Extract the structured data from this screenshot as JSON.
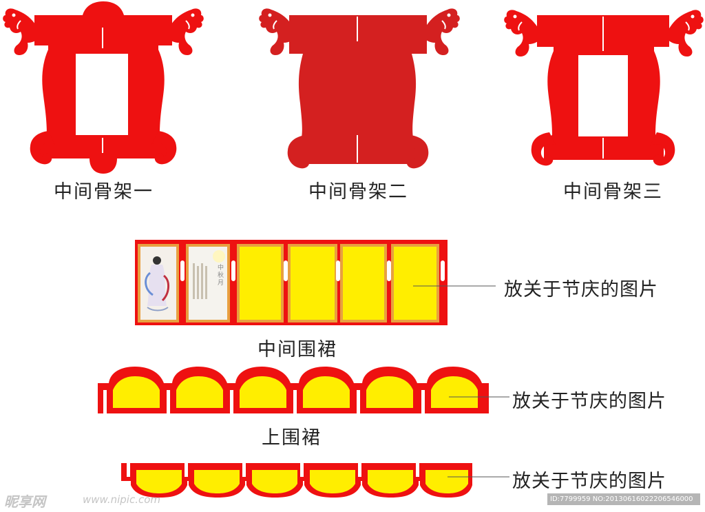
{
  "frames": {
    "one": "中间骨架一",
    "two": "中间骨架二",
    "three": "中间骨架三"
  },
  "middle_apron": {
    "label": "中间围裙",
    "callout": "放关于节庆的图片",
    "panel_text": "中秋月"
  },
  "upper_apron": {
    "label": "上围裙",
    "callout": "放关于节庆的图片"
  },
  "lower_apron": {
    "callout": "放关于节庆的图片"
  },
  "watermark": {
    "logo": "昵享网",
    "url": "www.nipic.com",
    "id": "ID:7799959 NO:20130616022206546000"
  },
  "colors": {
    "red": "#ee1111",
    "dark_red": "#d42020",
    "yellow": "#ffee00",
    "panel_border": "#e8a040"
  }
}
